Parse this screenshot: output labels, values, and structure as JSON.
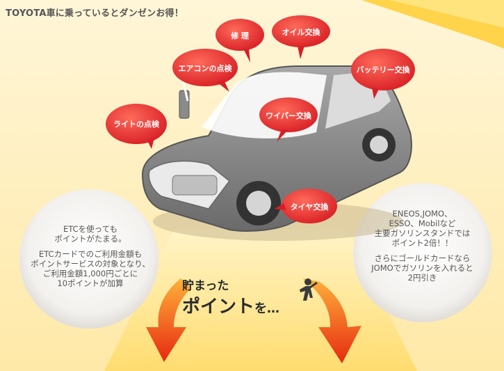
{
  "headline": "TOYOTA車に乗っているとダンゼンお得！",
  "bubbles": {
    "repair": "修 理",
    "oil": "オイル交換",
    "aircon": "エアコンの点検",
    "battery": "バッテリー交換",
    "wiper": "ワイパー交換",
    "light": "ライトの点検",
    "tire": "タイヤ交換"
  },
  "left_info": {
    "line1": "ETCを使っても",
    "line2": "ポイントがたまる。",
    "line3": "ETCカードでのご利用金額も",
    "line4": "ポイントサービスの対象となり、",
    "line5": "ご利用金額1,000円ごとに",
    "line6": "10ポイントが加算"
  },
  "right_info": {
    "line1": "ENEOS,JOMO、",
    "line2": "ESSO、Mobilなど",
    "line3": "主要ガソリンスタンドでは",
    "line4": "ポイント2倍！！",
    "line5": "さらにゴールドカードなら",
    "line6": "JOMOでガソリンを入れると",
    "line7": "2円引き"
  },
  "points": {
    "line1": "貯まった",
    "line2_main": "ポイント",
    "line2_suffix": "を…"
  },
  "colors": {
    "bubble_red": "#e8242a",
    "car_gray": "#7d7d7d",
    "arrow_red": "#ee4a1e",
    "background": "#ffeeb5"
  }
}
